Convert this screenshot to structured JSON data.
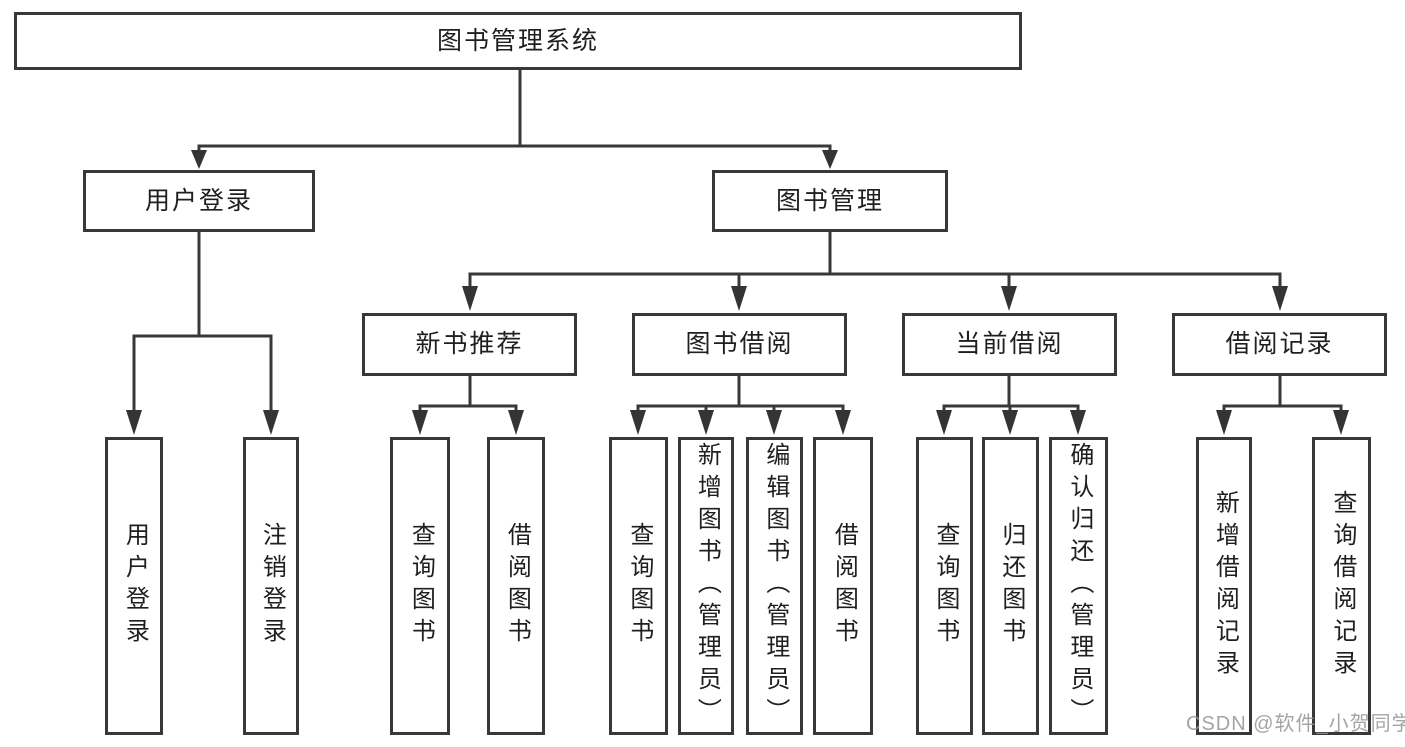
{
  "diagram": {
    "type": "hierarchy",
    "title": "图书管理系统",
    "nodes": {
      "root": {
        "label": "图书管理系统",
        "level": 1,
        "parent": null
      },
      "user_login": {
        "label": "用户登录",
        "level": 2,
        "parent": "root"
      },
      "book_mgmt": {
        "label": "图书管理",
        "level": 2,
        "parent": "root"
      },
      "new_book_rec": {
        "label": "新书推荐",
        "level": 3,
        "parent": "book_mgmt"
      },
      "book_borrow": {
        "label": "图书借阅",
        "level": 3,
        "parent": "book_mgmt"
      },
      "current_borrow": {
        "label": "当前借阅",
        "level": 3,
        "parent": "book_mgmt"
      },
      "borrow_record": {
        "label": "借阅记录",
        "level": 3,
        "parent": "book_mgmt"
      },
      "leaf_user_login": {
        "label": "用户登录",
        "level": 4,
        "parent": "user_login"
      },
      "leaf_logout": {
        "label": "注销登录",
        "level": 4,
        "parent": "user_login"
      },
      "leaf_rec_query": {
        "label": "查询图书",
        "level": 4,
        "parent": "new_book_rec"
      },
      "leaf_rec_borrow": {
        "label": "借阅图书",
        "level": 4,
        "parent": "new_book_rec"
      },
      "leaf_bb_query": {
        "label": "查询图书",
        "level": 4,
        "parent": "book_borrow"
      },
      "leaf_bb_add": {
        "label": "新增图书（管理员）",
        "level": 4,
        "parent": "book_borrow"
      },
      "leaf_bb_edit": {
        "label": "编辑图书（管理员）",
        "level": 4,
        "parent": "book_borrow"
      },
      "leaf_bb_borrow": {
        "label": "借阅图书",
        "level": 4,
        "parent": "book_borrow"
      },
      "leaf_cb_query": {
        "label": "查询图书",
        "level": 4,
        "parent": "current_borrow"
      },
      "leaf_cb_return": {
        "label": "归还图书",
        "level": 4,
        "parent": "current_borrow"
      },
      "leaf_cb_confirm": {
        "label": "确认归还（管理员）",
        "level": 4,
        "parent": "current_borrow"
      },
      "leaf_br_add": {
        "label": "新增借阅记录",
        "level": 4,
        "parent": "borrow_record"
      },
      "leaf_br_query": {
        "label": "查询借阅记录",
        "level": 4,
        "parent": "borrow_record"
      }
    },
    "watermark": "CSDN @软件_小贺同学",
    "colors": {
      "line": "#383838",
      "box_border": "#383838",
      "text": "#1f1f1f",
      "background": "#ffffff",
      "watermark": "#949494"
    }
  }
}
